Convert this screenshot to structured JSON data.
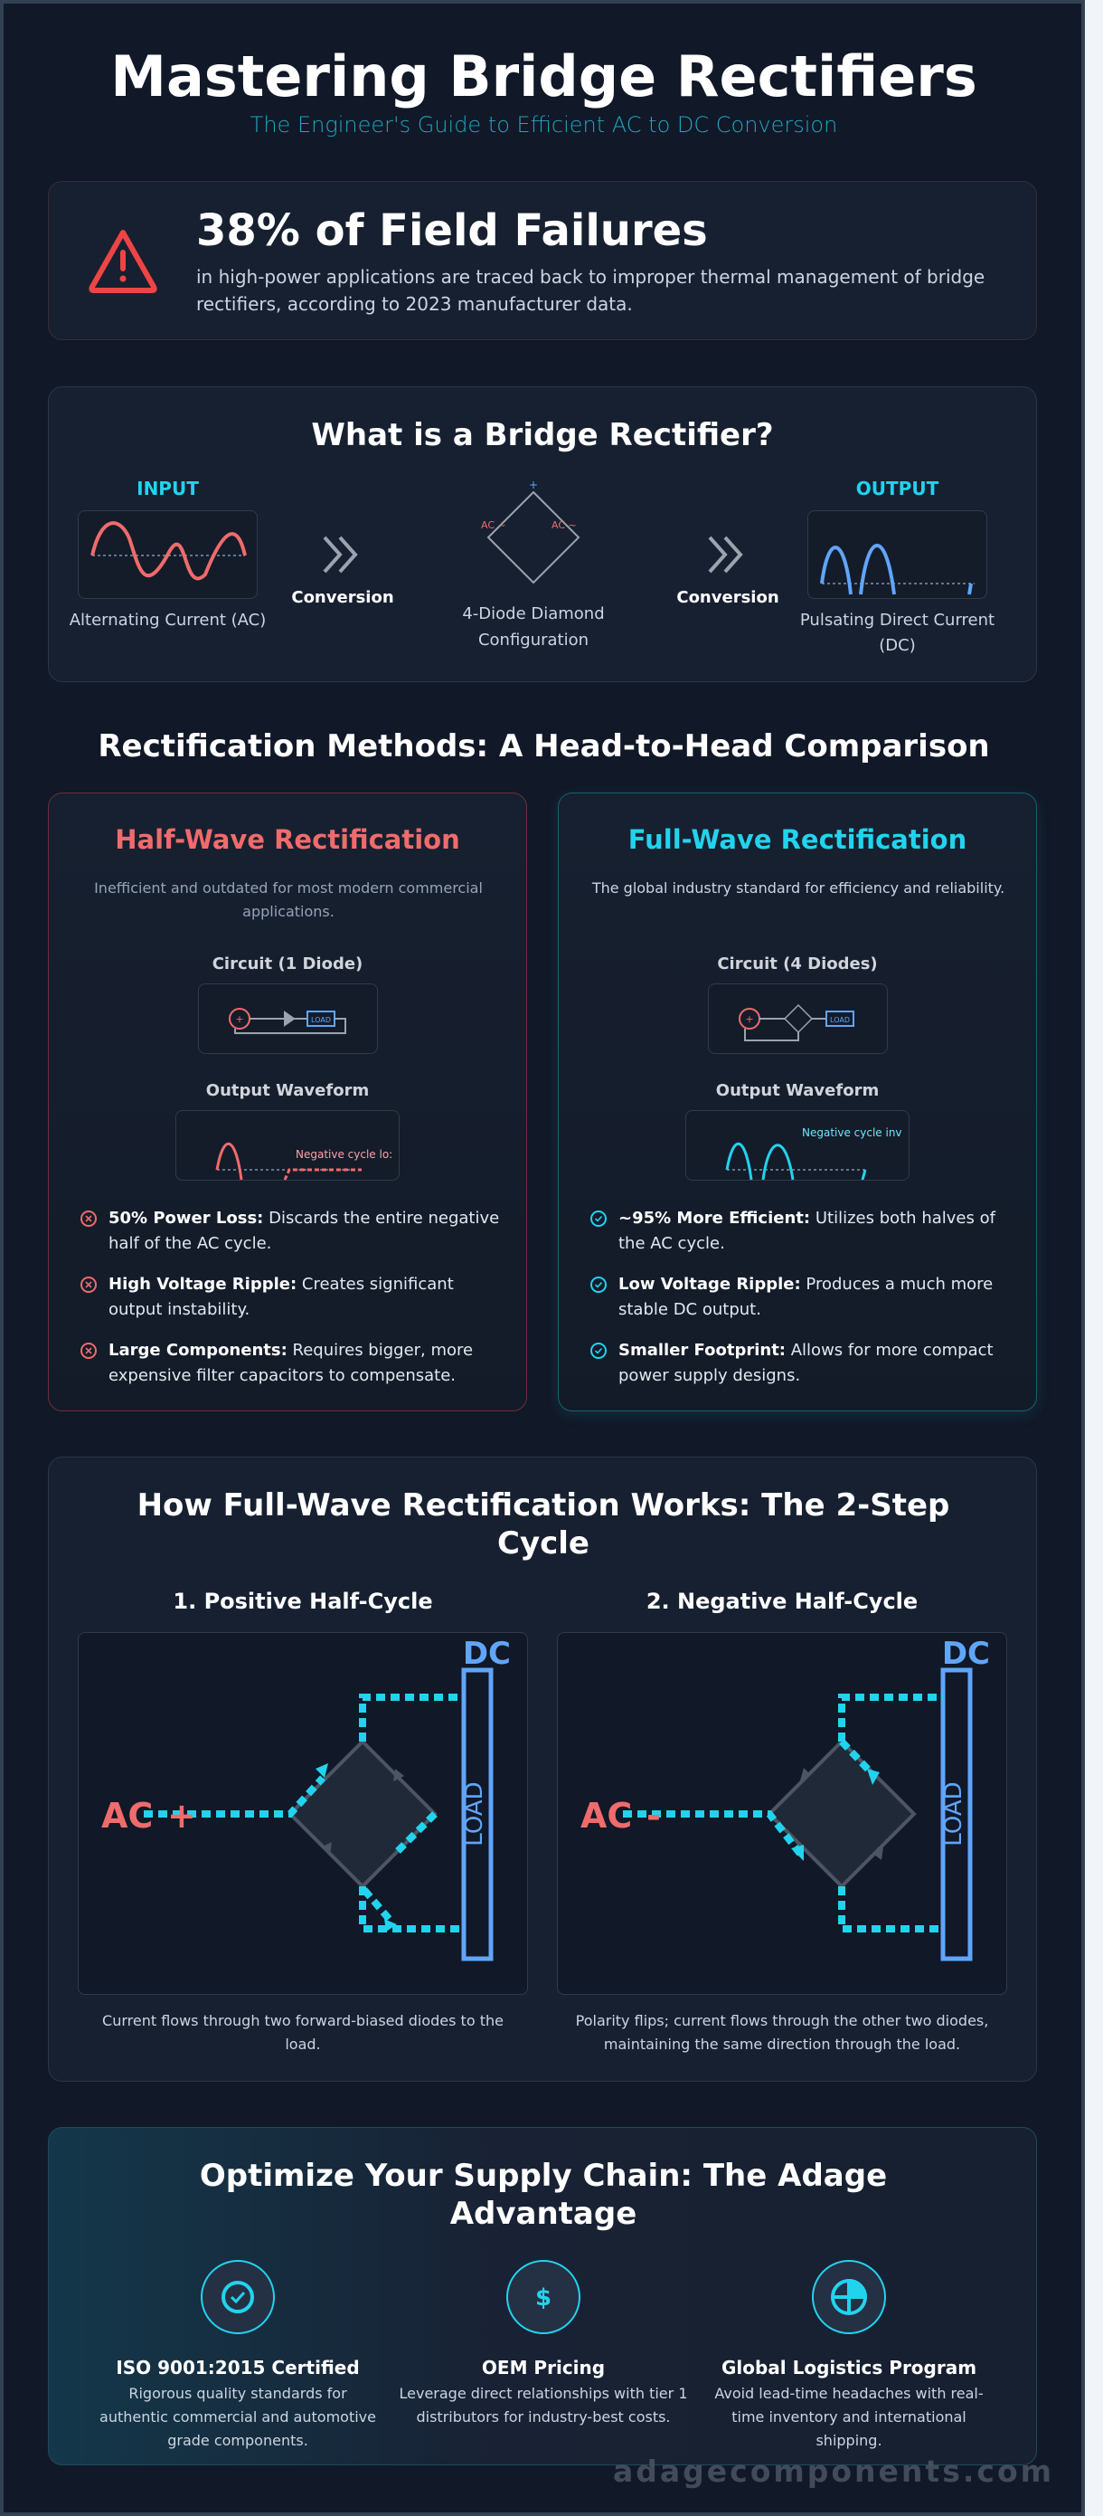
{
  "header": {
    "title": "Mastering Bridge Rectifiers",
    "subtitle": "The Engineer's Guide to Efficient AC to DC Conversion"
  },
  "stat": {
    "icon": "warning-triangle-icon",
    "headline": "38% of Field Failures",
    "text": "in high-power applications are traced back to improper thermal management of bridge rectifiers, according to 2023 manufacturer data."
  },
  "what": {
    "title": "What is a Bridge Rectifier?",
    "input_label": "INPUT",
    "output_label": "OUTPUT",
    "input_caption": "Alternating Current (AC)",
    "output_caption": "Pulsating Direct Current (DC)",
    "conversion": "Conversion",
    "diamond_caption": "4-Diode Diamond Configuration",
    "ac_label": "AC ~",
    "plus": "+"
  },
  "methods": {
    "title": "Rectification Methods: A Head-to-Head Comparison",
    "half": {
      "title": "Half-Wave Rectification",
      "desc": "Inefficient and outdated for most modern commercial applications.",
      "circuit_label": "Circuit (1 Diode)",
      "waveform_label": "Output Waveform",
      "load": "LOAD",
      "wave_note": "Negative cycle lo:",
      "items": [
        {
          "bold": "50% Power Loss:",
          "text": " Discards the entire negative half of the AC cycle."
        },
        {
          "bold": "High Voltage Ripple:",
          "text": " Creates significant output instability."
        },
        {
          "bold": "Large Components:",
          "text": " Requires bigger, more expensive filter capacitors to compensate."
        }
      ]
    },
    "full": {
      "title": "Full-Wave Rectification",
      "desc": "The global industry standard for efficiency and reliability.",
      "circuit_label": "Circuit (4 Diodes)",
      "waveform_label": "Output Waveform",
      "load": "LOAD",
      "wave_note": "Negative cycle inv",
      "items": [
        {
          "bold": "~95% More Efficient:",
          "text": " Utilizes both halves of the AC cycle."
        },
        {
          "bold": "Low Voltage Ripple:",
          "text": " Produces a much more stable DC output."
        },
        {
          "bold": "Smaller Footprint:",
          "text": " Allows for more compact power supply designs."
        }
      ]
    }
  },
  "how": {
    "title": "How Full-Wave Rectification Works: The 2-Step Cycle",
    "steps": [
      {
        "title": "1. Positive Half-Cycle",
        "ac": "AC",
        "sign": "+",
        "dc": "DC",
        "load": "LOAD",
        "caption": "Current flows through two forward-biased diodes to the load."
      },
      {
        "title": "2. Negative Half-Cycle",
        "ac": "AC",
        "sign": "-",
        "dc": "DC",
        "load": "LOAD",
        "caption": "Polarity flips; current flows through the other two diodes, maintaining the same direction through the load."
      }
    ]
  },
  "supply": {
    "title": "Optimize Your Supply Chain: The Adage Advantage",
    "features": [
      {
        "icon": "check-circle-icon",
        "title": "ISO 9001:2015 Certified",
        "text": "Rigorous quality standards for authentic commercial and automotive grade components."
      },
      {
        "icon": "dollar-icon",
        "title": "OEM Pricing",
        "text": "Leverage direct relationships with tier 1 distributors for industry-best costs."
      },
      {
        "icon": "globe-icon",
        "title": "Global Logistics Program",
        "text": "Avoid lead-time headaches with real-time inventory and international shipping."
      }
    ]
  },
  "watermark": "adagecomponents.com",
  "colors": {
    "bg": "#111827",
    "card": "#172030",
    "red": "#f06b6b",
    "cyan": "#22d3ee",
    "blue": "#60a5fa"
  }
}
